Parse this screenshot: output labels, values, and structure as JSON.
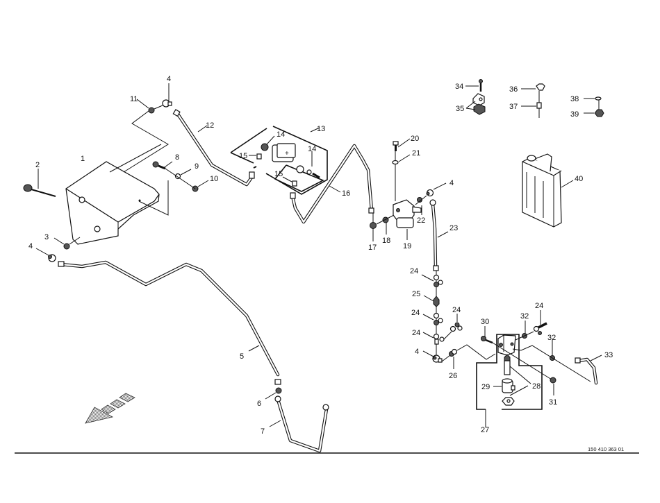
{
  "drawing": {
    "document_number": "150 410 363 01",
    "direction_arrow": "front-direction-arrow",
    "parts": [
      {
        "id": "1",
        "name": "fuel-tank"
      },
      {
        "id": "2",
        "name": "dipstick"
      },
      {
        "id": "3",
        "name": "seal-ring"
      },
      {
        "id": "4",
        "name": "banjo-fitting"
      },
      {
        "id": "5",
        "name": "fuel-line"
      },
      {
        "id": "6",
        "name": "seal-ring"
      },
      {
        "id": "7",
        "name": "fuel-line"
      },
      {
        "id": "8",
        "name": "bolt"
      },
      {
        "id": "9",
        "name": "washer"
      },
      {
        "id": "10",
        "name": "nut"
      },
      {
        "id": "11",
        "name": "seal-ring"
      },
      {
        "id": "12",
        "name": "fuel-line"
      },
      {
        "id": "13",
        "name": "fuel-pump-assembly"
      },
      {
        "id": "14",
        "name": "fitting"
      },
      {
        "id": "15",
        "name": "connector"
      },
      {
        "id": "16",
        "name": "fuel-line"
      },
      {
        "id": "17",
        "name": "banjo-fitting"
      },
      {
        "id": "18",
        "name": "seal-ring"
      },
      {
        "id": "19",
        "name": "fuel-filter"
      },
      {
        "id": "20",
        "name": "bolt"
      },
      {
        "id": "21",
        "name": "washer"
      },
      {
        "id": "22",
        "name": "seal-ring"
      },
      {
        "id": "23",
        "name": "fuel-line"
      },
      {
        "id": "24",
        "name": "tee-fitting"
      },
      {
        "id": "25",
        "name": "connector"
      },
      {
        "id": "26",
        "name": "connector"
      },
      {
        "id": "27",
        "name": "valve-assembly"
      },
      {
        "id": "28",
        "name": "seal-kit"
      },
      {
        "id": "29",
        "name": "valve-body"
      },
      {
        "id": "30",
        "name": "bolt"
      },
      {
        "id": "31",
        "name": "nut"
      },
      {
        "id": "32",
        "name": "seal-ring"
      },
      {
        "id": "33",
        "name": "fuel-line"
      },
      {
        "id": "34",
        "name": "bolt"
      },
      {
        "id": "35",
        "name": "clamp"
      },
      {
        "id": "36",
        "name": "nut"
      },
      {
        "id": "37",
        "name": "spacer"
      },
      {
        "id": "38",
        "name": "washer"
      },
      {
        "id": "39",
        "name": "nut"
      },
      {
        "id": "40",
        "name": "fuel-canister"
      }
    ],
    "callouts": {
      "c1": "1",
      "c2": "2",
      "c3": "3",
      "c4a": "4",
      "c4b": "4",
      "c4c": "4",
      "c4d": "4",
      "c5": "5",
      "c6": "6",
      "c7": "7",
      "c8": "8",
      "c9": "9",
      "c10": "10",
      "c11": "11",
      "c12": "12",
      "c13": "13",
      "c14a": "14",
      "c14b": "14",
      "c15a": "15",
      "c15b": "15",
      "c16": "16",
      "c17": "17",
      "c18": "18",
      "c19": "19",
      "c20": "20",
      "c21": "21",
      "c22": "22",
      "c23": "23",
      "c24a": "24",
      "c24b": "24",
      "c24c": "24",
      "c24d": "24",
      "c24e": "24",
      "c25": "25",
      "c26": "26",
      "c27": "27",
      "c28": "28",
      "c29": "29",
      "c30": "30",
      "c31": "31",
      "c32a": "32",
      "c32b": "32",
      "c33": "33",
      "c34": "34",
      "c35": "35",
      "c36": "36",
      "c37": "37",
      "c38": "38",
      "c39": "39",
      "c40": "40"
    }
  }
}
